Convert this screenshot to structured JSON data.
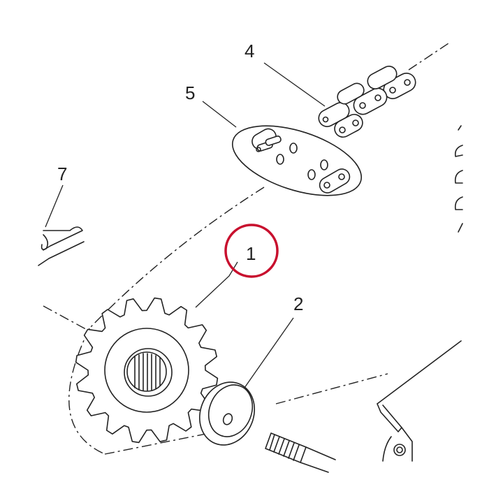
{
  "diagram": {
    "callouts": [
      {
        "number": "1",
        "part": "sprocket",
        "highlighted": true
      },
      {
        "number": "2",
        "part": "washer"
      },
      {
        "number": "4",
        "part": "chain"
      },
      {
        "number": "5",
        "part": "chain-link-kit"
      },
      {
        "number": "7",
        "part": "bracket"
      }
    ],
    "colors": {
      "ink": "#222222",
      "highlight": "#c8102e",
      "background": "#ffffff"
    }
  }
}
